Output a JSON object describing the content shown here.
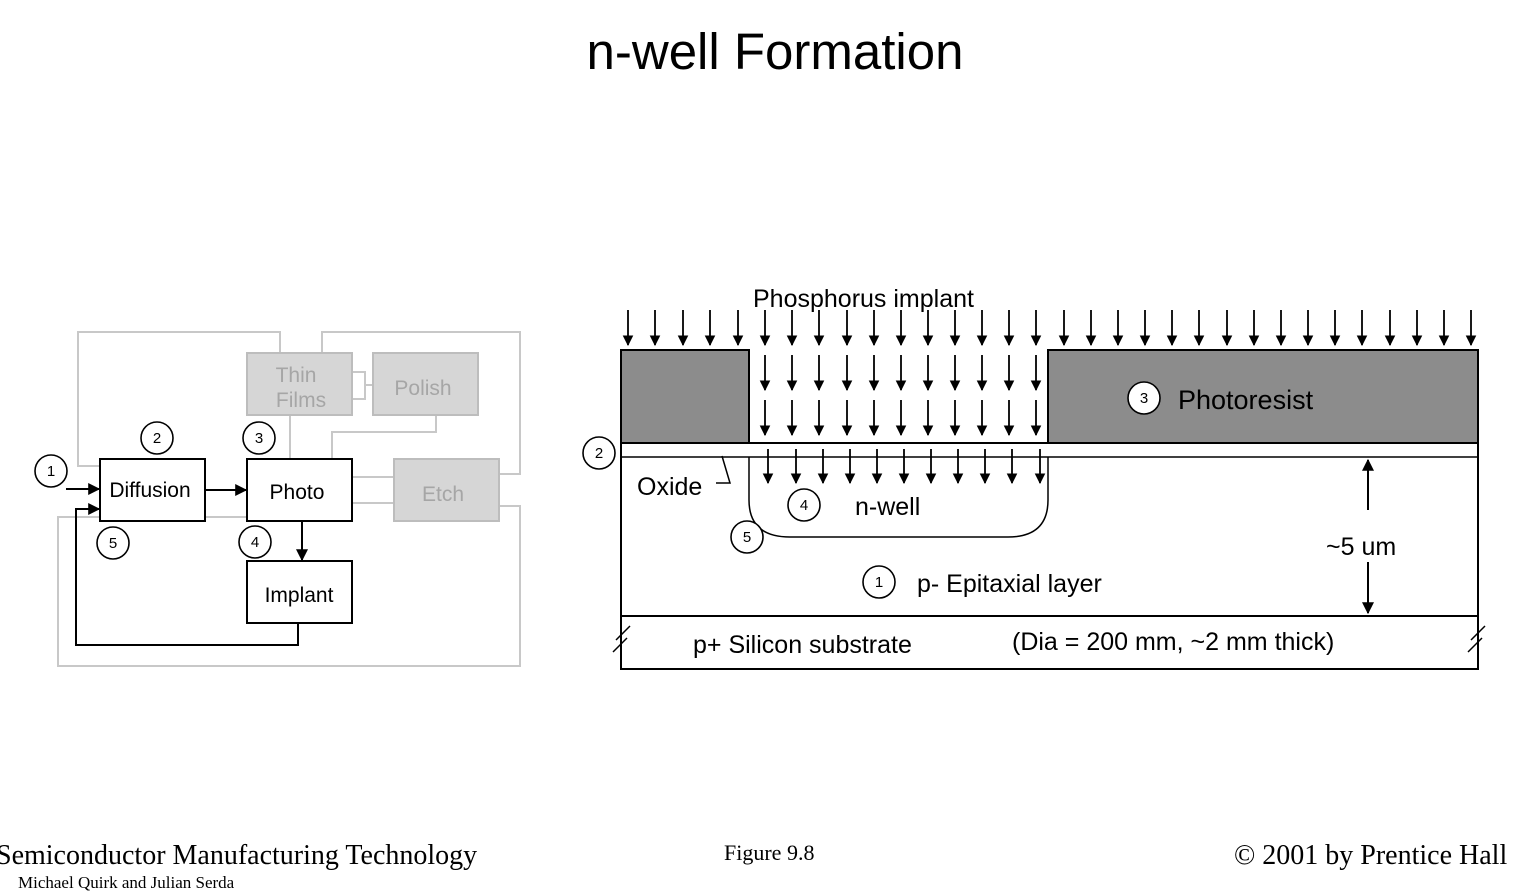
{
  "title": "n-well Formation",
  "flow": {
    "diffusion": "Diffusion",
    "photo": "Photo",
    "implant": "Implant",
    "thin_films": [
      "Thin",
      "Films"
    ],
    "polish": "Polish",
    "etch": "Etch",
    "steps": [
      "1",
      "2",
      "3",
      "4",
      "5"
    ]
  },
  "cross_section": {
    "implant_label": "Phosphorus implant",
    "photoresist": "Photoresist",
    "oxide": "Oxide",
    "nwell": "n-well",
    "epi": "p- Epitaxial layer",
    "thickness": "~5 um",
    "substrate": "p+ Silicon substrate",
    "substrate_dims": "(Dia = 200 mm, ~2 mm thick)",
    "steps": [
      "1",
      "2",
      "3",
      "4",
      "5"
    ]
  },
  "footer": {
    "left": "Semiconductor Manufacturing Technology",
    "sub": "Michael Quirk and Julian Serda",
    "center": "Figure 9.8",
    "right": "©  2001 by Prentice Hall"
  },
  "colors": {
    "photoresist": "#8c8c8c",
    "inactive": "#bdbdbd",
    "inactive_fill": "#d6d6d6"
  }
}
